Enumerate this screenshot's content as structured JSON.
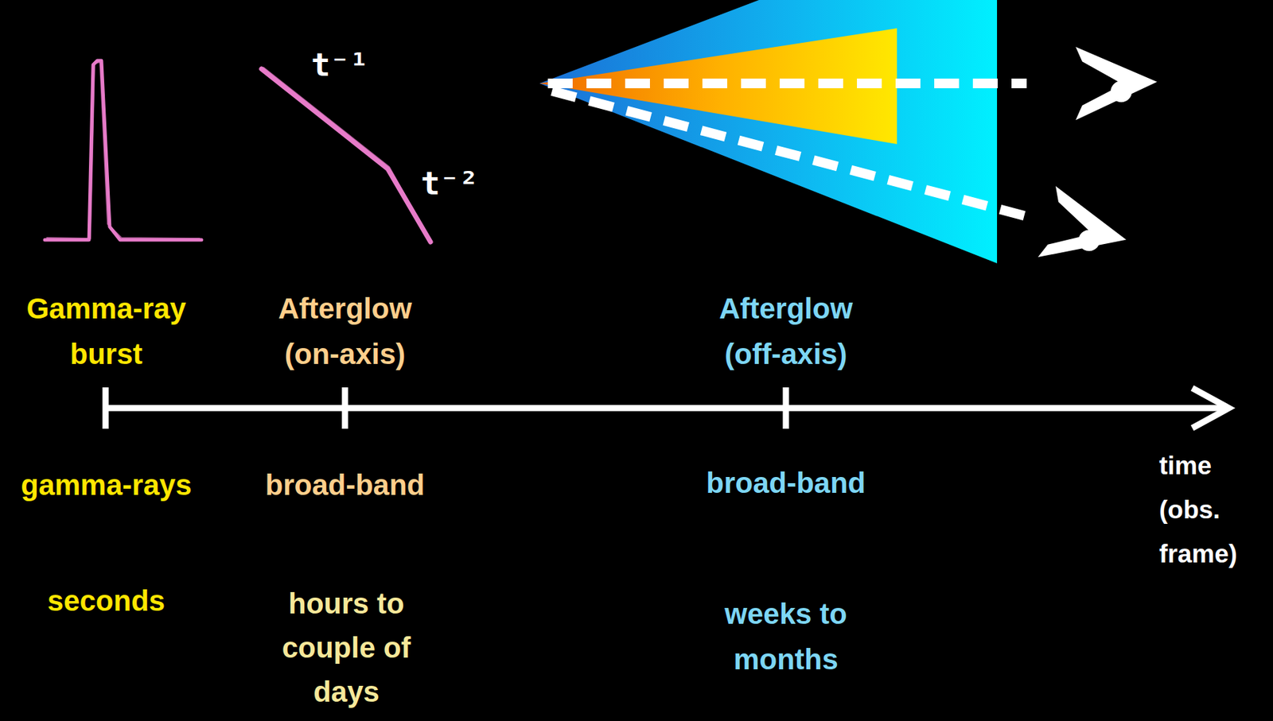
{
  "diagram": {
    "labels": [
      "t⁻¹",
      "t⁻²",
      "Gamma-ray burst",
      "Afterglow (on-axis)",
      "Afterglow (off-axis)",
      "gamma-rays",
      "broad-band",
      "broad-band",
      "time (obs. frame)",
      "seconds",
      "hours to couple of days",
      "weeks to months"
    ]
  }
}
